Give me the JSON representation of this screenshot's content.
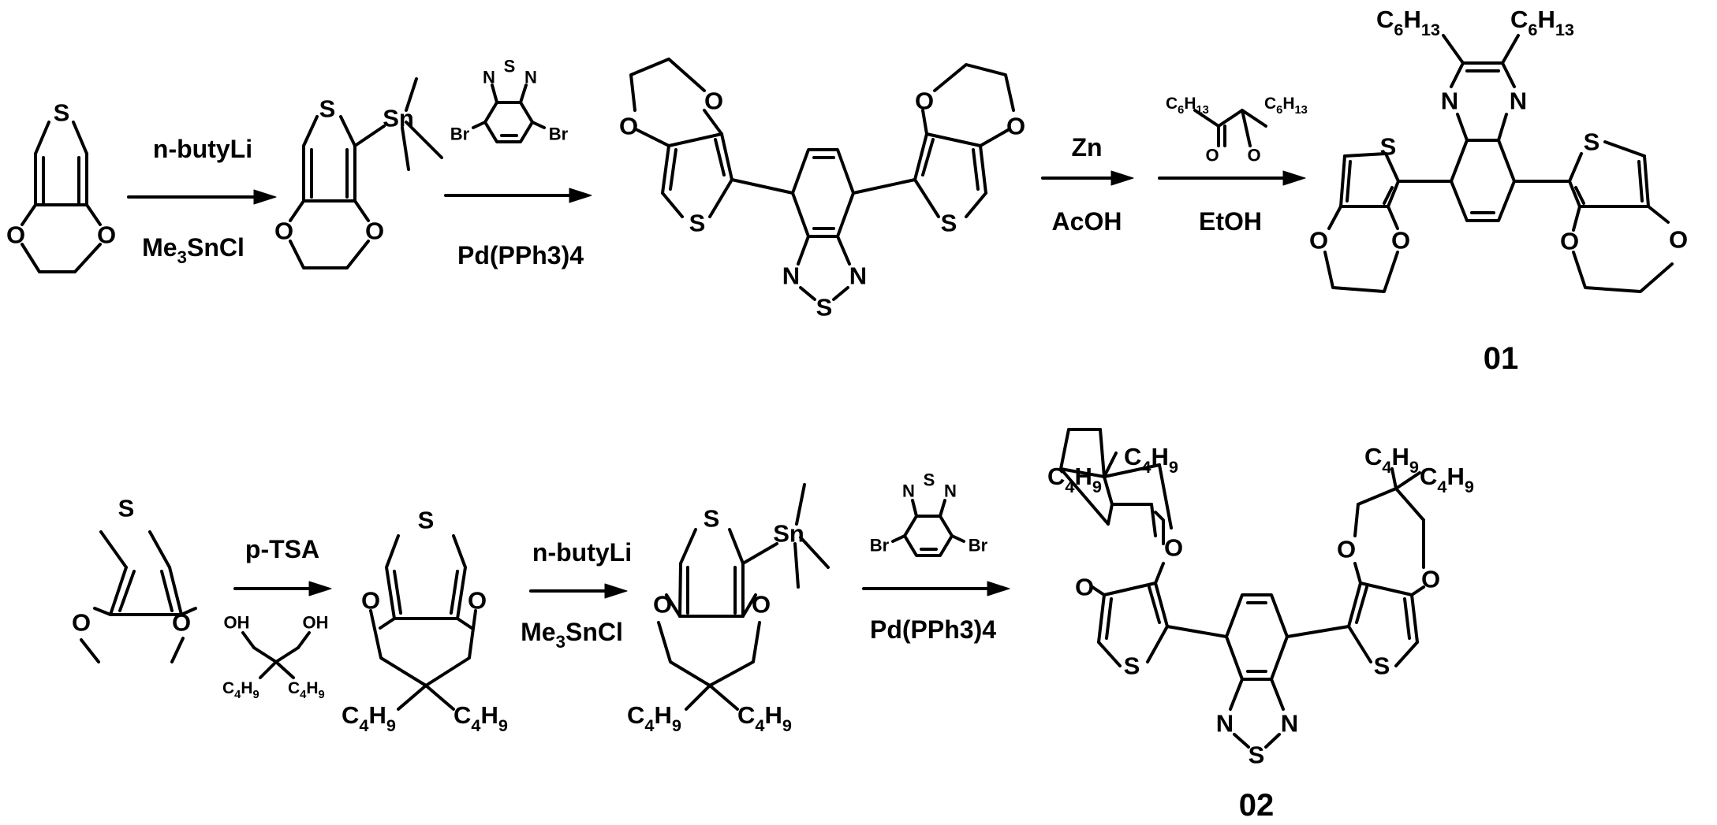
{
  "atoms": {
    "S": "S",
    "O": "O",
    "N": "N",
    "Sn": "Sn",
    "Br": "Br",
    "C4H9": [
      "C",
      "4",
      "H",
      "9"
    ],
    "C6H13": [
      "C",
      "6",
      "H",
      "13"
    ],
    "Me3SnCl": [
      "Me",
      "3",
      "SnCl"
    ],
    "OH": "OH"
  },
  "row1": {
    "step1": {
      "top": "n-butyLi",
      "bottom": "Me3SnCl"
    },
    "step2": {
      "bottom": "Pd(PPh3)4"
    },
    "step3": {
      "top": "Zn",
      "bottom": "AcOH"
    },
    "step4": {
      "bottom": "EtOH"
    },
    "product_label": "01"
  },
  "row2": {
    "step1": {
      "top": "p-TSA"
    },
    "step2": {
      "top": "n-butyLi",
      "bottom": "Me3SnCl"
    },
    "step3": {
      "bottom": "Pd(PPh3)4"
    },
    "product_label": "02"
  }
}
